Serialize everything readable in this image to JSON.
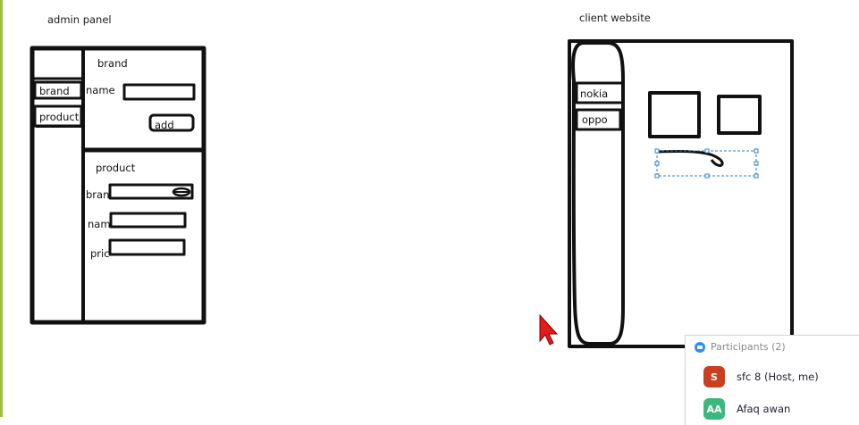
{
  "admin": {
    "caption": "admin panel",
    "nav_brand": "brand",
    "nav_product": "product",
    "brand_section": {
      "title": "brand",
      "name_label": "name",
      "add_label": "add"
    },
    "product_section": {
      "title": "product",
      "brand_label": "brand",
      "name_label": "name",
      "price_label": "price"
    }
  },
  "client": {
    "caption": "client website",
    "nav_items": [
      "nokia",
      "oppo"
    ]
  },
  "participants": {
    "header": "Participants (2)",
    "list": [
      {
        "initials": "S",
        "name": "sfc 8 (Host, me)",
        "color": "#c8401f"
      },
      {
        "initials": "AA",
        "name": "Afaq awan",
        "color": "#3db87c"
      }
    ]
  },
  "colors": {
    "accent_strip": "#9cc23a",
    "ink": "#111111",
    "selection": "#2f7fc0",
    "cursor": "#e51a1a"
  }
}
